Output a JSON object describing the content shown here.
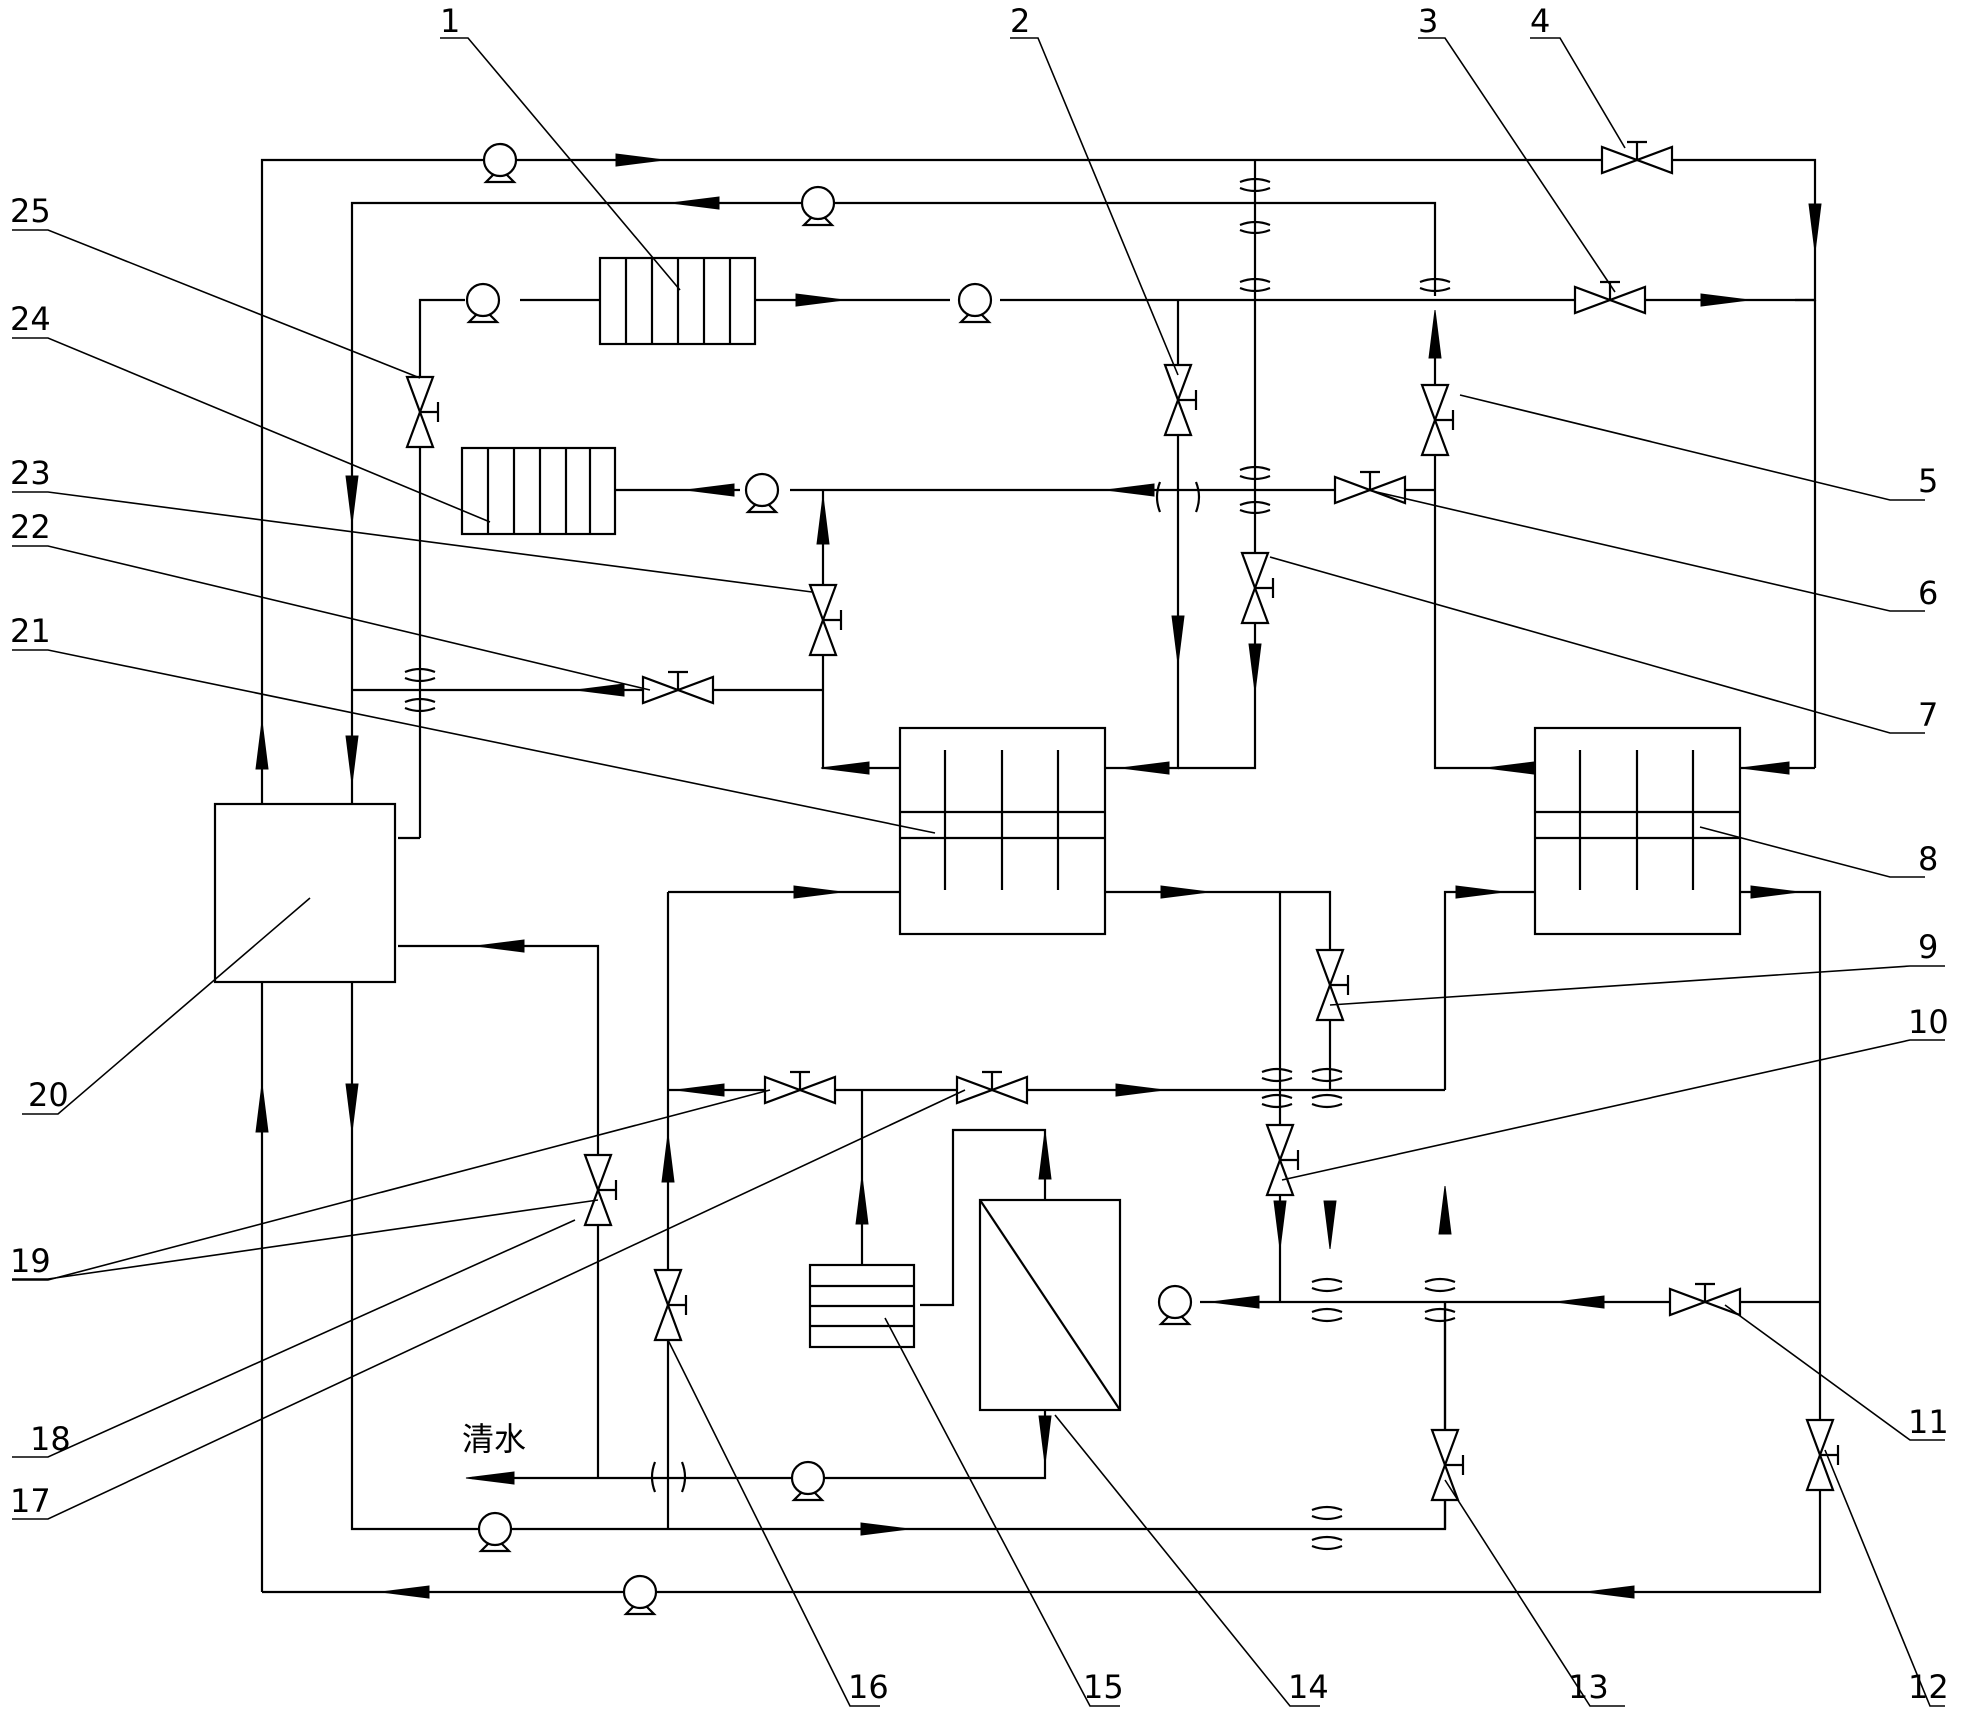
{
  "labels": {
    "l1": "1",
    "l2": "2",
    "l3": "3",
    "l4": "4",
    "l5": "5",
    "l6": "6",
    "l7": "7",
    "l8": "8",
    "l9": "9",
    "l10": "10",
    "l11": "11",
    "l12": "12",
    "l13": "13",
    "l14": "14",
    "l15": "15",
    "l16": "16",
    "l17": "17",
    "l18": "18",
    "l19": "19",
    "l20": "20",
    "l21": "21",
    "l22": "22",
    "l23": "23",
    "l24": "24",
    "l25": "25"
  },
  "outlet_label": "清水",
  "line_color": "#000000",
  "background_color": "#ffffff"
}
